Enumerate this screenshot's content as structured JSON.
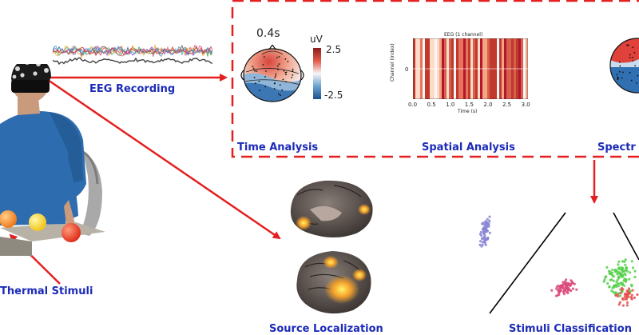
{
  "labels": {
    "eeg_recording": "EEG Recording",
    "thermal_stimuli": "Thermal Stimuli",
    "time_analysis": "Time Analysis",
    "spatial_analysis": "Spatial Analysis",
    "spectral_analysis": "Spectr",
    "source_localization": "Source Localization",
    "stimuli_classification": "Stimuli Classification"
  },
  "topomap": {
    "time": "0.4s",
    "unit": "uV",
    "max": "2.5",
    "min": "-2.5"
  },
  "spatial_chart": {
    "title": "EEG (1 channel)",
    "xlabel": "Time (s)",
    "ylabel": "Channel (Index)",
    "ytick": "0",
    "xticks": [
      "0.0",
      "0.5",
      "1.0",
      "1.5",
      "2.0",
      "2.5",
      "3.0"
    ]
  },
  "colors": {
    "accent_red": "#e51f1f",
    "label_blue": "#1c2bb8"
  }
}
